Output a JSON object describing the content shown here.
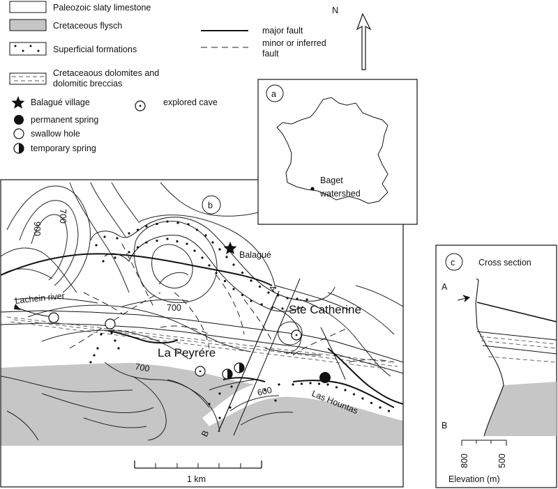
{
  "legend": {
    "paleozoic": "Paleozoic slaty limestone",
    "flysch": "Cretaceous  flysch",
    "superficial": "Superficial formations",
    "dolomites_1": "Cretaceaous dolomites and",
    "dolomites_2": "dolomitic breccias",
    "major_fault": "major fault",
    "minor_fault_1": "minor or inferred",
    "minor_fault_2": "fault",
    "village": "Balagué village",
    "cave": "explored cave",
    "permanent_spring": "permanent spring",
    "swallow_hole": "swallow hole",
    "temporary_spring": "temporary spring"
  },
  "colors": {
    "flysch_fill": "#c6c6c6",
    "line": "#111111",
    "background": "#ffffff"
  },
  "north_arrow": {
    "label": "N"
  },
  "inset_a": {
    "label": "a",
    "site_label_1": "Baget",
    "site_label_2": "watershed"
  },
  "main_map": {
    "label": "b",
    "place_balague": "Balagué",
    "place_ste_catherine": "Ste Catherine",
    "place_la_peyrere": "La Peyrére",
    "place_las_hountas": "Las Hountas",
    "river_lachein": "Lachein river",
    "contour_700_a": "700",
    "contour_900": "900",
    "contour_700_b": "700",
    "contour_700_c": "700",
    "contour_600": "600",
    "section_end_a": "A",
    "section_end_b": "B",
    "scale_label": "1 km"
  },
  "cross_section": {
    "label": "c",
    "title": "Cross section",
    "end_a": "A",
    "end_b": "B",
    "tick_800": "800",
    "tick_500": "500",
    "axis_label": "Elevation (m)"
  }
}
